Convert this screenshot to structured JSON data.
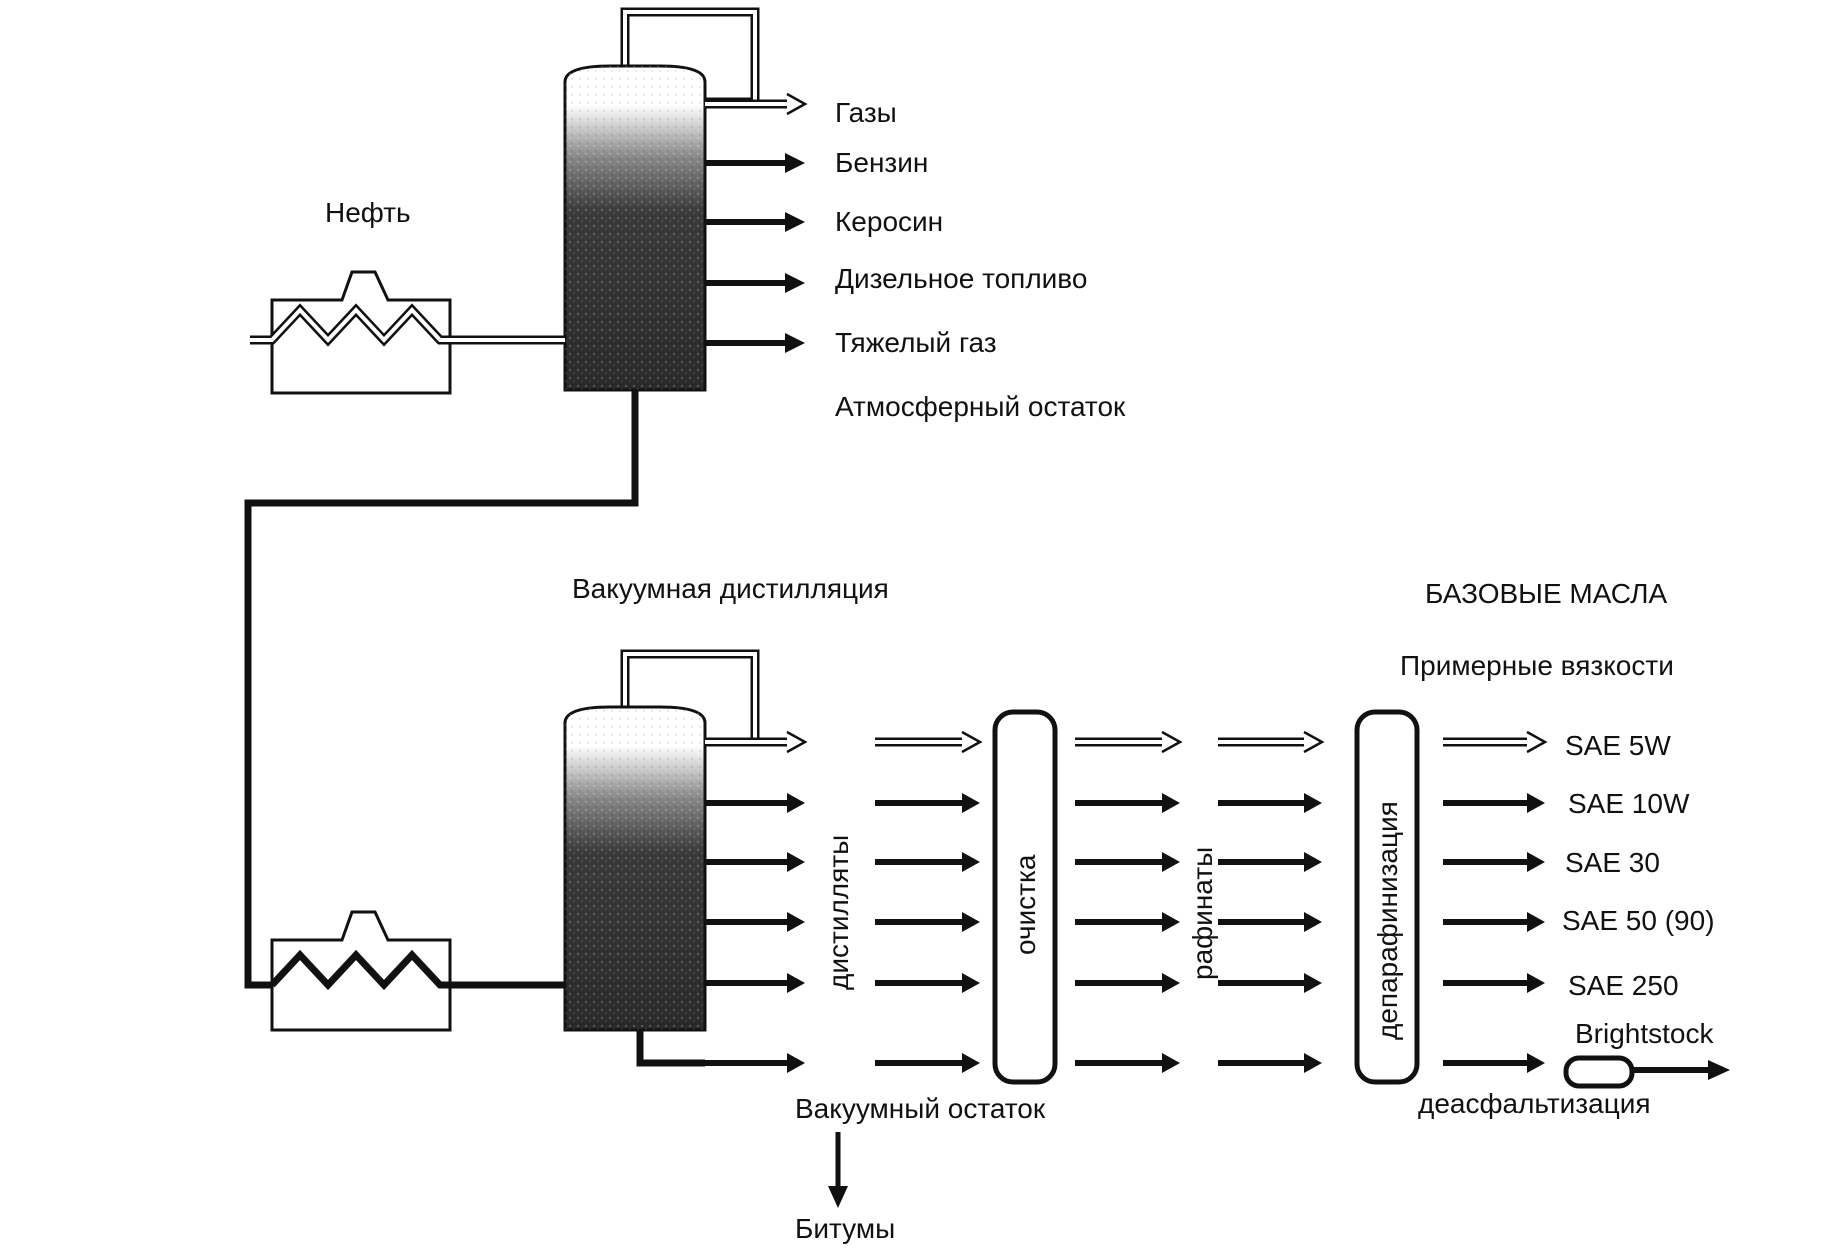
{
  "labels": {
    "crude": "Нефть",
    "vacuum_distillation": "Вакуумная дистилляция",
    "base_oils": "БАЗОВЫЕ  МАСЛА",
    "approx_viscosities": "Примерные вязкости",
    "vacuum_residue": "Вакуумный остаток",
    "bitumen": "Битумы",
    "deasphalting": "деасфальтизация",
    "brightstock": "Brightstock",
    "distillates": "дистилляты",
    "cleaning": "очистка",
    "raffinates": "рафинаты",
    "dewaxing": "депарафинизация"
  },
  "atmospheric_products": [
    "Газы",
    "Бензин",
    "Керосин",
    "Дизельное топливо",
    "Тяжелый газ",
    "Атмосферный остаток"
  ],
  "viscosity_grades": [
    "SAE 5W",
    "SAE 10W",
    "SAE 30",
    "SAE 50 (90)",
    "SAE 250"
  ]
}
